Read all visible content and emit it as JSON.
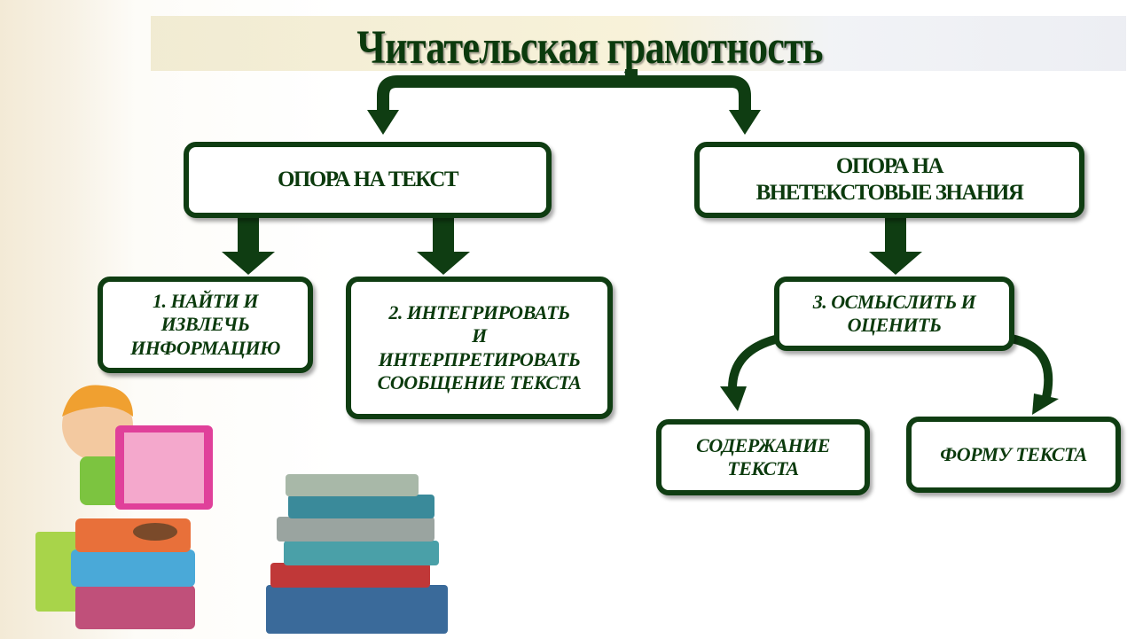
{
  "title": "Читательская грамотность",
  "colors": {
    "accent": "#0f3d12",
    "text": "#0b3a0d"
  },
  "boxes": {
    "text_based": "ОПОРА НА ТЕКСТ",
    "extra_text": "ОПОРА НА\nВНЕТЕКСТОВЫЕ ЗНАНИЯ",
    "find": "1. НАЙТИ И\nИЗВЛЕЧЬ\nИНФОРМАЦИЮ",
    "integrate": "2. ИНТЕГРИРОВАТЬ\nИ\nИНТЕРПРЕТИРОВАТЬ\nСООБЩЕНИЕ ТЕКСТА",
    "evaluate": "3. ОСМЫСЛИТЬ И\nОЦЕНИТЬ",
    "content": "СОДЕРЖАНИЕ\nТЕКСТА",
    "form": "ФОРМУ ТЕКСТА"
  }
}
